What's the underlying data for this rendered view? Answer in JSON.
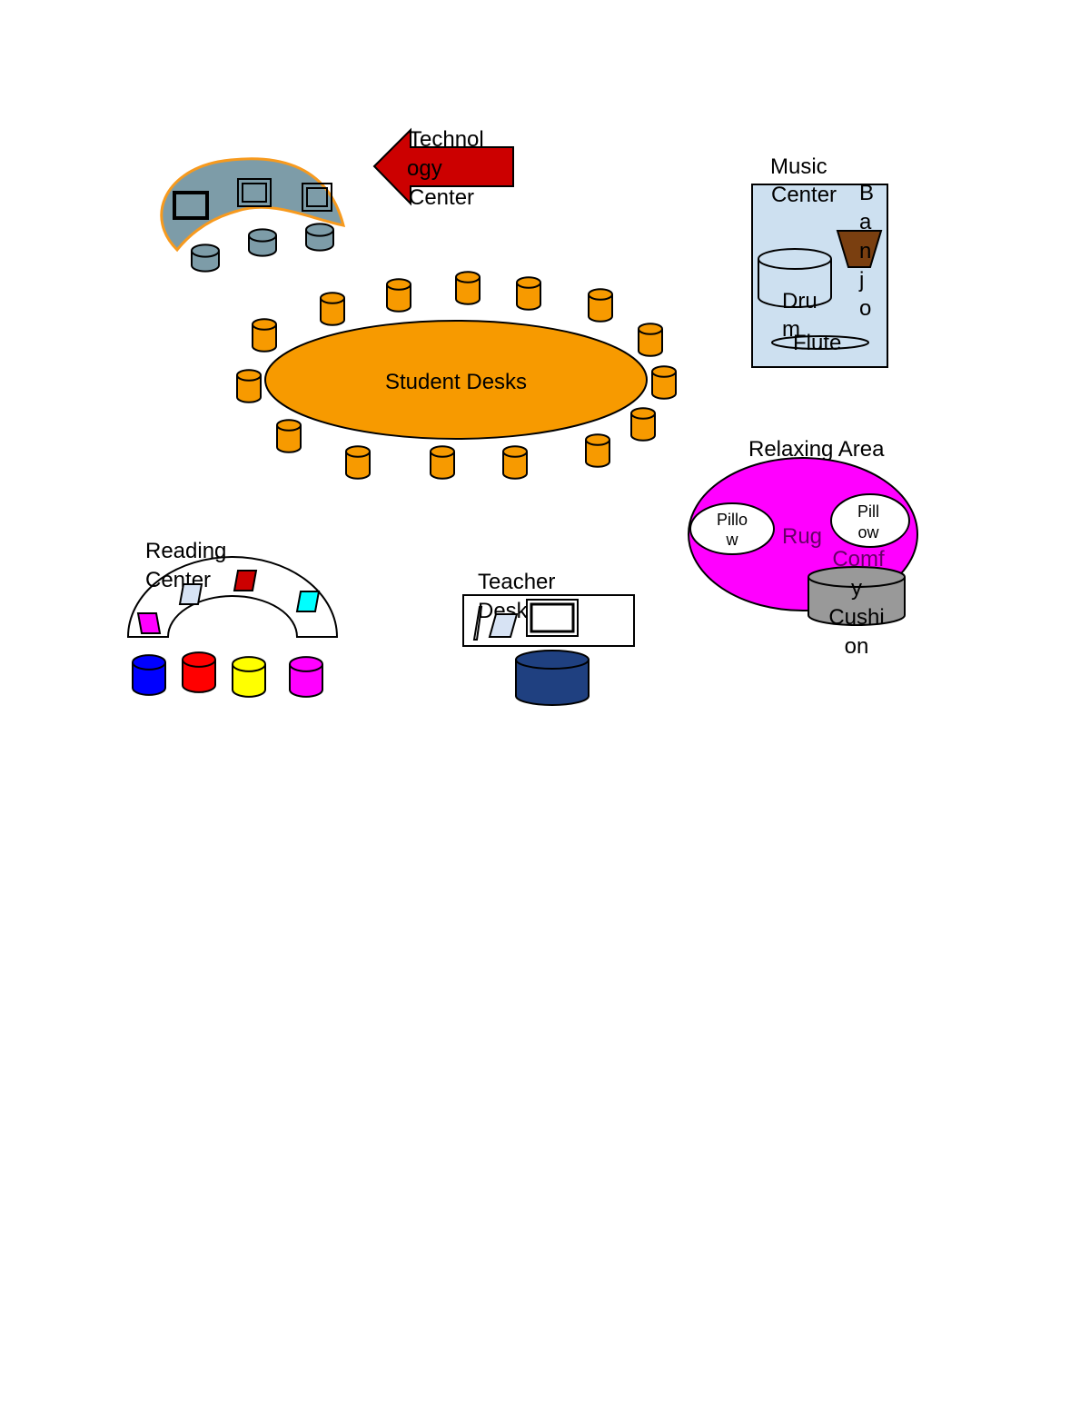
{
  "labels": {
    "technology": [
      "Technol",
      "ogy",
      "Center"
    ],
    "music": [
      "Music",
      "Center"
    ],
    "banjo": [
      "B",
      "a",
      "n",
      "j",
      "o"
    ],
    "drum": [
      "Dru",
      "m"
    ],
    "flute": "Flute",
    "student_desks": "Student Desks",
    "relaxing_area": "Relaxing Area",
    "rug": "Rug",
    "pillow_left": [
      "Pillo",
      "w"
    ],
    "pillow_right": [
      "Pill",
      "ow"
    ],
    "comfy_cushion": [
      "Comf",
      "y",
      "Cushi",
      "on"
    ],
    "reading": [
      "Reading",
      "Center"
    ],
    "teacher": [
      "Teacher",
      "Desk"
    ]
  },
  "colors": {
    "tech_table": "#7d9ca8",
    "tech_outline": "#f79a1e",
    "arrow": "#cc0000",
    "student": "#f79a00",
    "music_box": "#cde0f0",
    "banjo": "#7a3f10",
    "rug": "#ff00ff",
    "cushion": "#999999",
    "teacher_chair": "#1f4080",
    "reading_seats": [
      "#0000ff",
      "#ff0000",
      "#ffff00",
      "#ff00ff"
    ],
    "books": [
      "#ff00ff",
      "#d7e3f4",
      "#cc0000",
      "#00ffff"
    ]
  }
}
